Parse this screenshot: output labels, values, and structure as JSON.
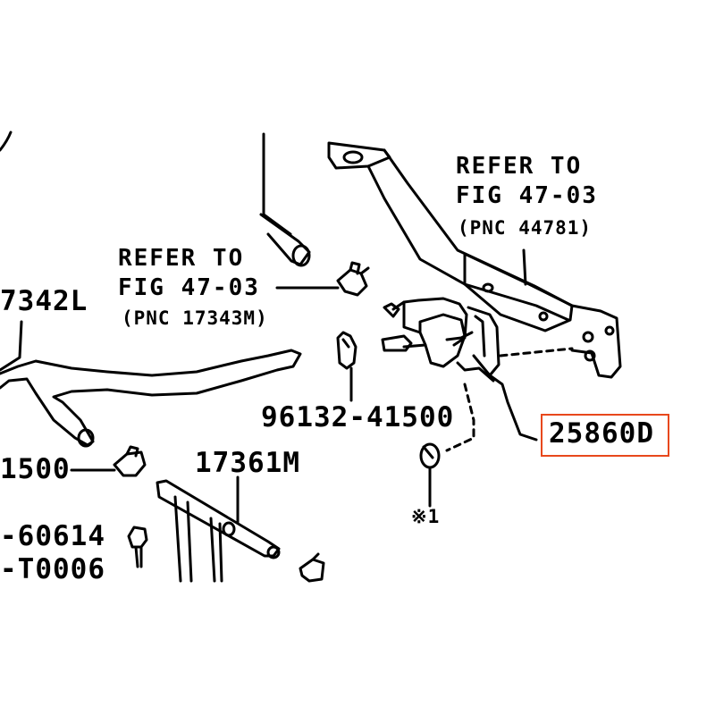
{
  "refs": {
    "right": {
      "line1": "REFER TO",
      "line2": "FIG 47-03",
      "line3": "(PNC 44781)"
    },
    "left": {
      "line1": "REFER TO",
      "line2": "FIG 47-03",
      "line3": "(PNC 17343M)"
    }
  },
  "part_numbers": {
    "p17342l": "7342L",
    "p96132": "96132-41500",
    "p25860d": "25860D",
    "p1500": "1500",
    "p17361m": "17361M",
    "p60614": "-60614",
    "pt0006": "-T0006",
    "note1": "※1"
  },
  "colors": {
    "highlight": "#e8481c",
    "ink": "#000000",
    "paper": "#ffffff"
  }
}
